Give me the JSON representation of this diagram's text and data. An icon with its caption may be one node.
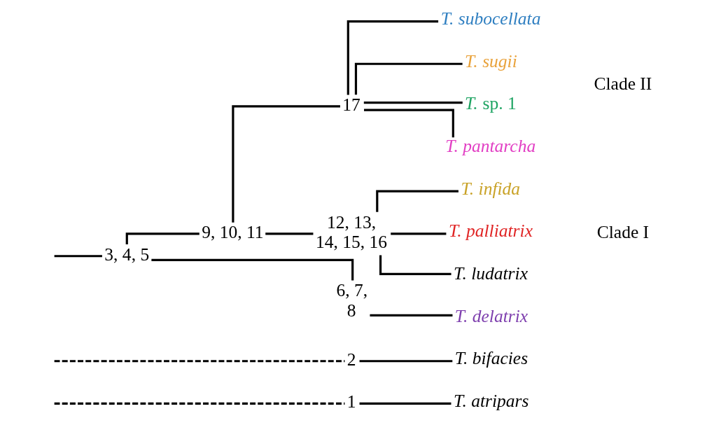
{
  "diagram": {
    "nodes": [
      {
        "text": [
          "3, 4, 5"
        ]
      },
      {
        "text": [
          "9, 10, 11"
        ]
      },
      {
        "text": [
          "17"
        ]
      },
      {
        "text": [
          "T. subocellata"
        ]
      },
      {
        "text": [
          "T. sugii"
        ]
      },
      {
        "text": [
          "*T.* sp. 1"
        ]
      },
      {
        "text": [
          "T. pantarcha"
        ]
      },
      {
        "text": [
          "12, 13, 14, 15, 16"
        ]
      },
      {
        "text": [
          "T. infida"
        ]
      },
      {
        "text": [
          "T. palliatrix"
        ]
      },
      {
        "text": [
          "T. ludatrix"
        ]
      },
      {
        "text": [
          "6, 7, 8"
        ]
      },
      {
        "text": [
          "T. delatrix"
        ]
      },
      {
        "text": [
          "2"
        ]
      },
      {
        "text": [
          "T. bifacies"
        ]
      },
      {
        "text": [
          "1"
        ]
      },
      {
        "text": [
          "T. atripars"
        ]
      }
    ],
    "edges": [
      {
        "from": null,
        "to": 0,
        "arrow": "none"
      },
      {
        "from": 0,
        "to": 1,
        "arrow": "none"
      },
      {
        "from": 1,
        "to": 2,
        "arrow": "none"
      },
      {
        "from": 2,
        "to": 3,
        "arrow": "none"
      },
      {
        "from": 2,
        "to": 4,
        "arrow": "none"
      },
      {
        "from": 2,
        "to": 5,
        "arrow": "none"
      },
      {
        "from": 2,
        "to": 6,
        "arrow": "none"
      },
      {
        "from": 1,
        "to": 7,
        "arrow": "none"
      },
      {
        "from": 7,
        "to": 8,
        "arrow": "none"
      },
      {
        "from": 7,
        "to": 9,
        "arrow": "none"
      },
      {
        "from": 7,
        "to": 10,
        "arrow": "none"
      },
      {
        "from": 0,
        "to": 11,
        "arrow": "none"
      },
      {
        "from": 11,
        "to": 12,
        "arrow": "none"
      },
      {
        "from": null,
        "to": 13,
        "arrow": "none",
        "style": "dashed"
      },
      {
        "from": 13,
        "to": 14,
        "arrow": "none"
      },
      {
        "from": null,
        "to": 15,
        "arrow": "none",
        "style": "dashed"
      },
      {
        "from": 15,
        "to": 16,
        "arrow": "none"
      }
    ],
    "labels": [
      "Clade II",
      "Clade I"
    ]
  }
}
